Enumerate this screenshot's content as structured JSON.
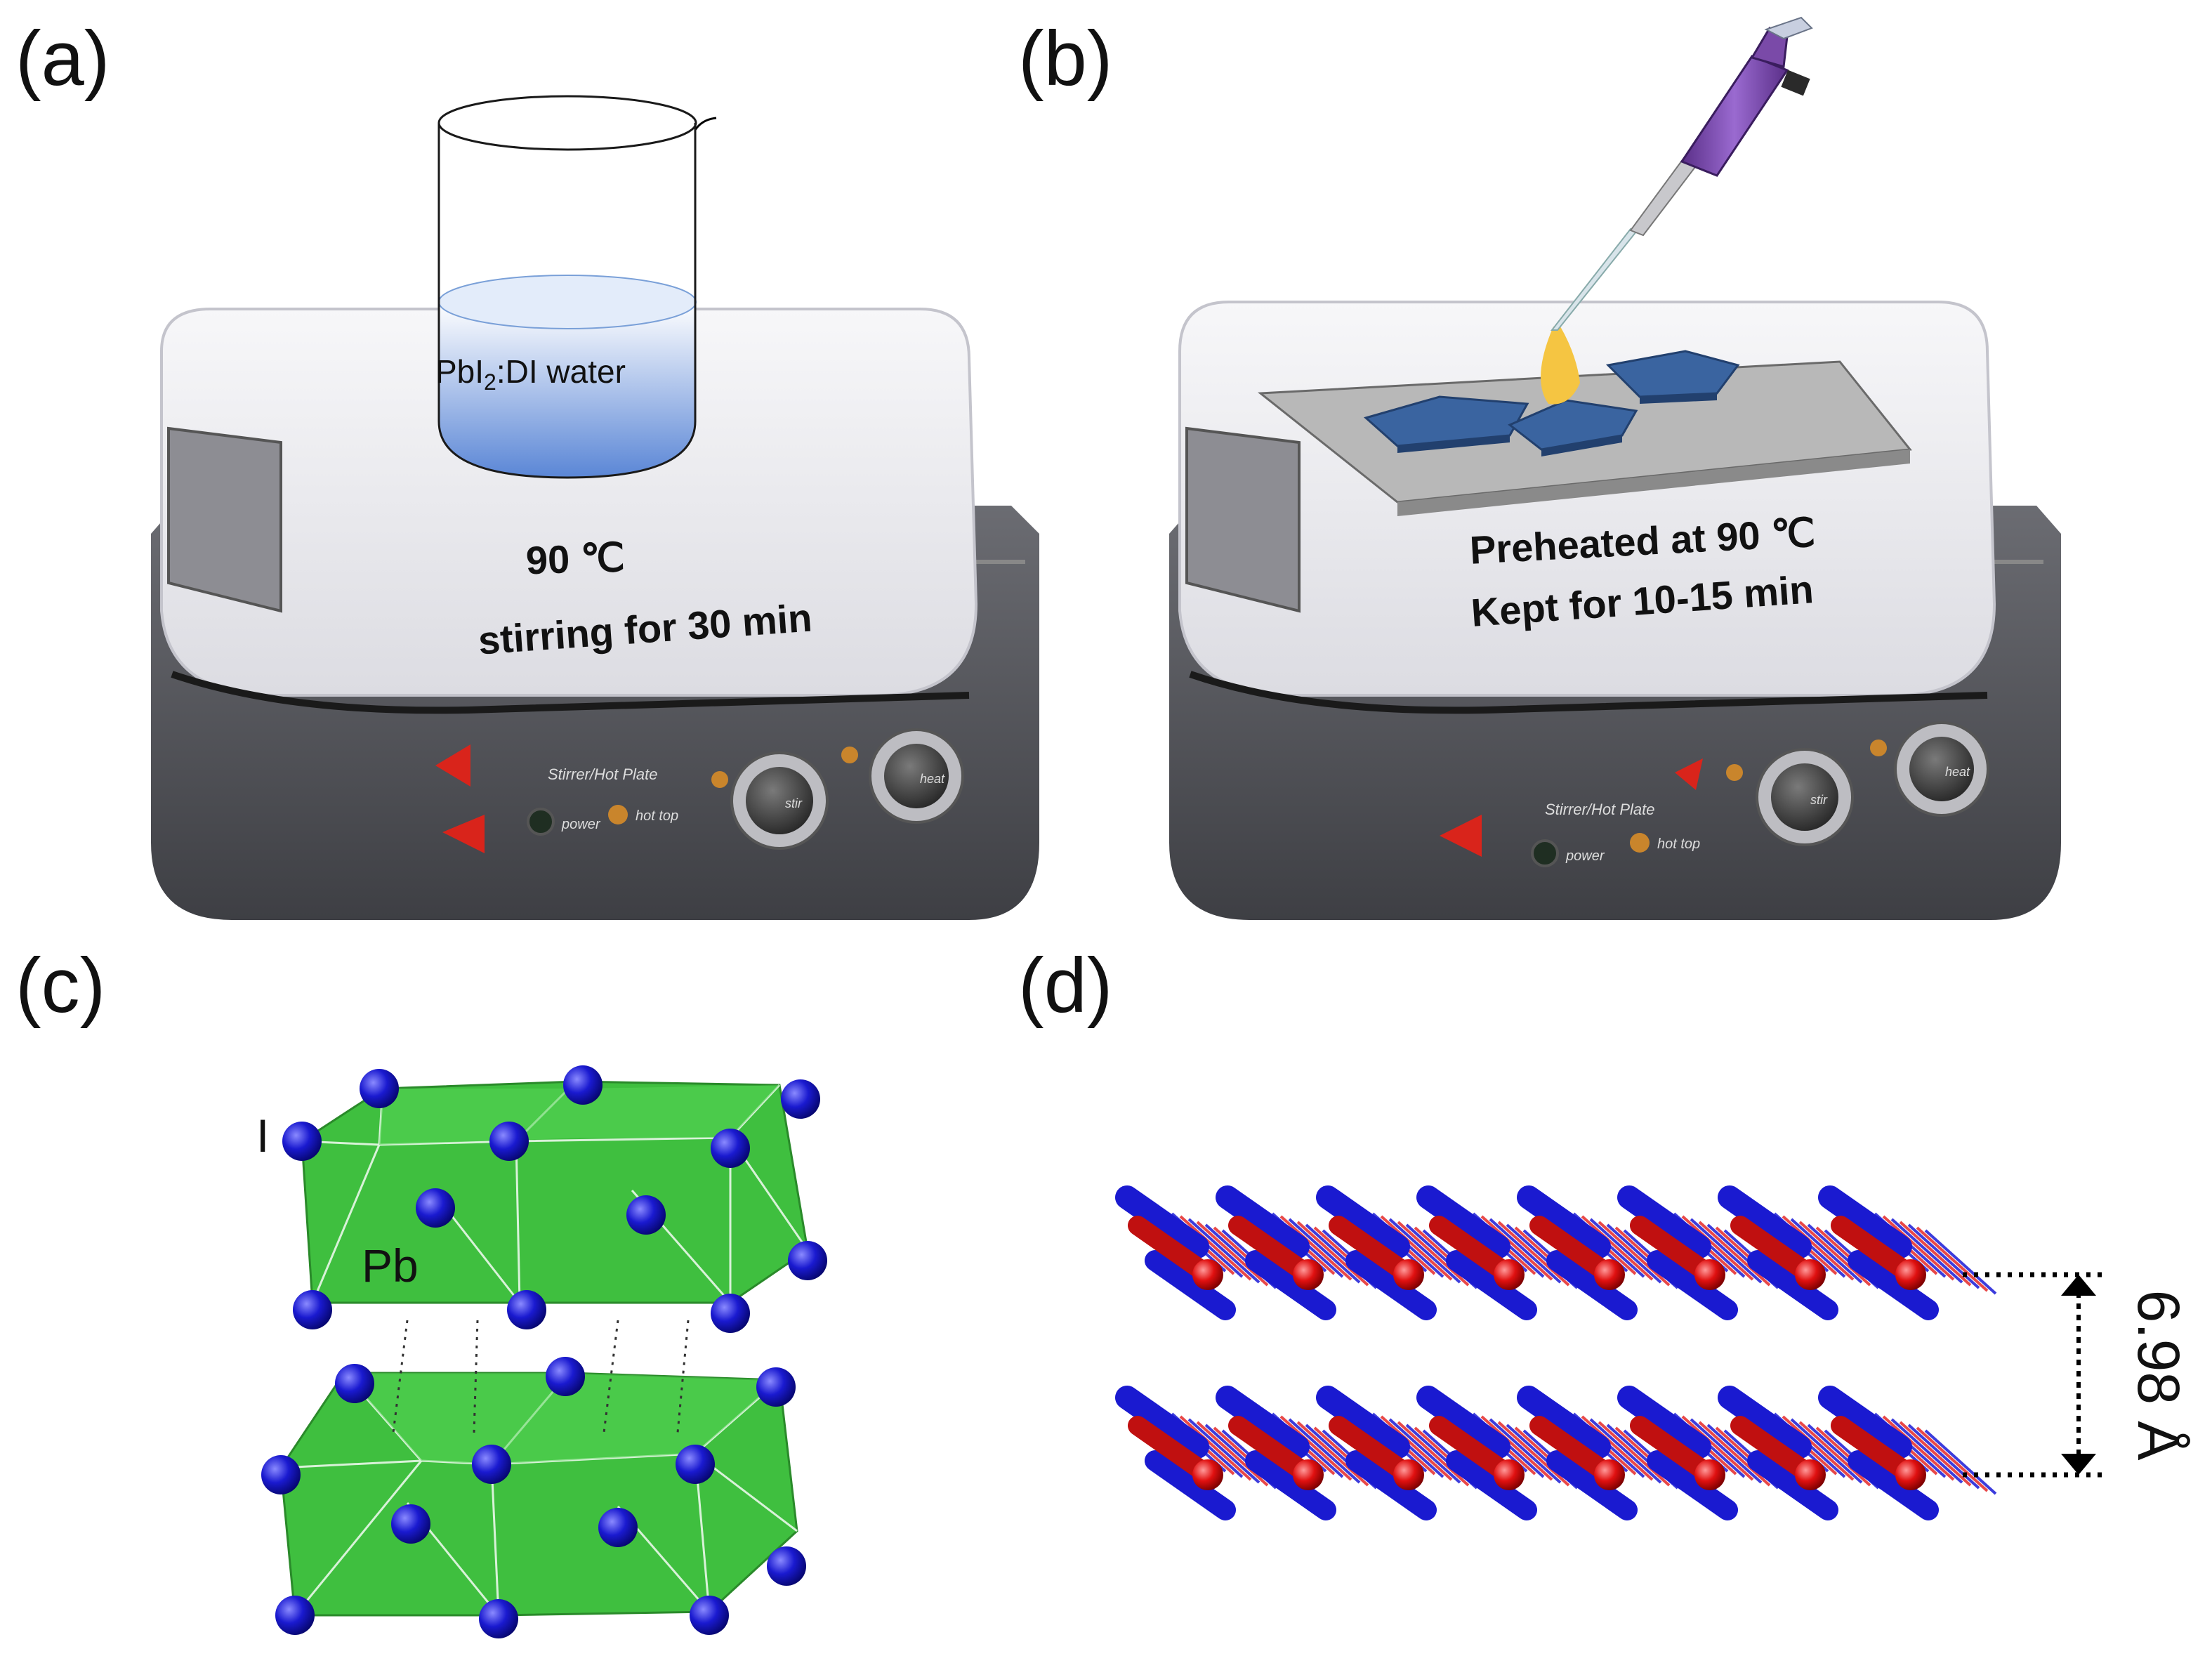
{
  "panels": {
    "a": {
      "label": "(a)",
      "beaker_text": "PbI",
      "beaker_sub": "2",
      "beaker_text_tail": ":DI water",
      "line1": "90 ℃",
      "line2": "stirring for 30 min"
    },
    "b": {
      "label": "(b)",
      "line1": "Preheated at 90 ℃",
      "line2": "Kept for 10-15 min"
    },
    "c": {
      "label": "(c)",
      "atom_i": "I",
      "atom_pb": "Pb"
    },
    "d": {
      "label": "(d)",
      "spacing": "6.98 Å"
    }
  },
  "hotplate": {
    "brand_label": "Stirrer/Hot Plate",
    "power_label": "power",
    "hot_top_label": "hot top",
    "stir_label": "stir",
    "heat_label": "heat"
  },
  "colors": {
    "iodine": "#1a1ad0",
    "lead": "#e01010",
    "octahedron": "#33b533",
    "flake": "#3a64a0",
    "droplet": "#f5c542",
    "pipette": "#7a4aa8"
  }
}
